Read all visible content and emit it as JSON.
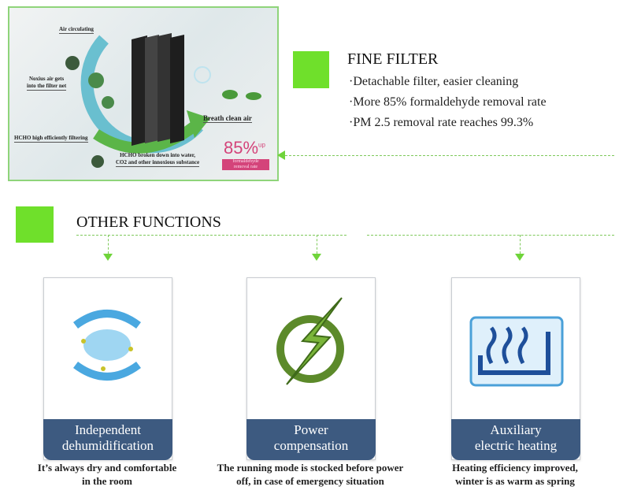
{
  "diagram": {
    "air_circulating": "Air circulating",
    "noxious_line1": "Noxius air gets",
    "noxious_line2": "into the filter net",
    "hcho_filtering": "HCHO high efficiently filtering",
    "breath": "Breath clean air",
    "broken_line1": "HCHO broken down into water,",
    "broken_line2": "CO2 and other innoxious substance",
    "percent": "85%",
    "percent_suffix": "up",
    "badge_line1": "formaldehyde",
    "badge_line2": "removal rate"
  },
  "fine_filter": {
    "title": "FINE FILTER",
    "bullets": [
      "·Detachable filter, easier cleaning",
      "·More 85% formaldehyde removal rate",
      "·PM 2.5 removal rate reaches 99.3%"
    ]
  },
  "other": {
    "title": "OTHER FUNCTIONS",
    "cards": [
      {
        "title1": "Independent",
        "title2": "dehumidification",
        "cap1": "It’s always dry and comfortable",
        "cap2": "in the room",
        "icon": "dehumidify-icon"
      },
      {
        "title1": "Power",
        "title2": "compensation",
        "cap1": "The running mode is stocked before power",
        "cap2": "off, in case of emergency situation",
        "icon": "lightning-icon"
      },
      {
        "title1": "Auxiliary",
        "title2": "electric heating",
        "cap1": "Heating efficiency improved,",
        "cap2": "winter is as warm as spring",
        "icon": "heating-icon"
      }
    ]
  },
  "colors": {
    "accent_green": "#6fe02b",
    "band_blue": "#3d5a80",
    "pink": "#d4447a"
  }
}
